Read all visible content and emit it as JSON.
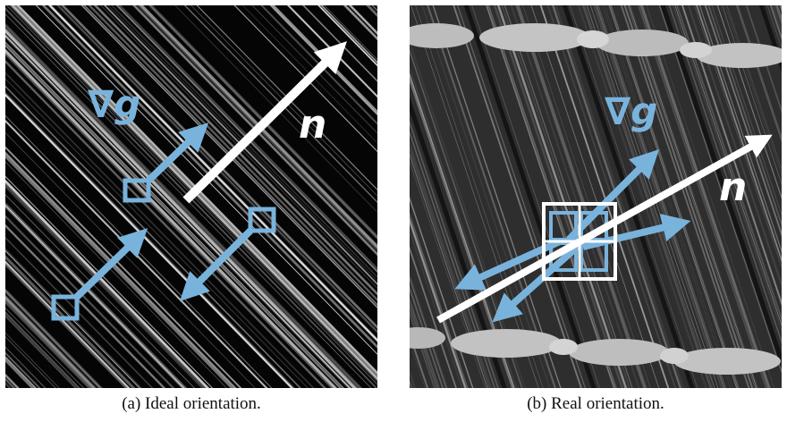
{
  "panels": [
    {
      "id": "a",
      "caption_tag": "(a)",
      "caption_text": "Ideal orientation.",
      "label_n": "n",
      "label_grad": "∇g"
    },
    {
      "id": "b",
      "caption_tag": "(b)",
      "caption_text": "Real orientation.",
      "label_n": "n",
      "label_grad": "∇g"
    }
  ],
  "colors": {
    "arrow_blue": "#79b3dc",
    "arrow_white": "#ffffff",
    "panel_a_bg": "#050505",
    "panel_b_bg": "#2e2e2e"
  }
}
